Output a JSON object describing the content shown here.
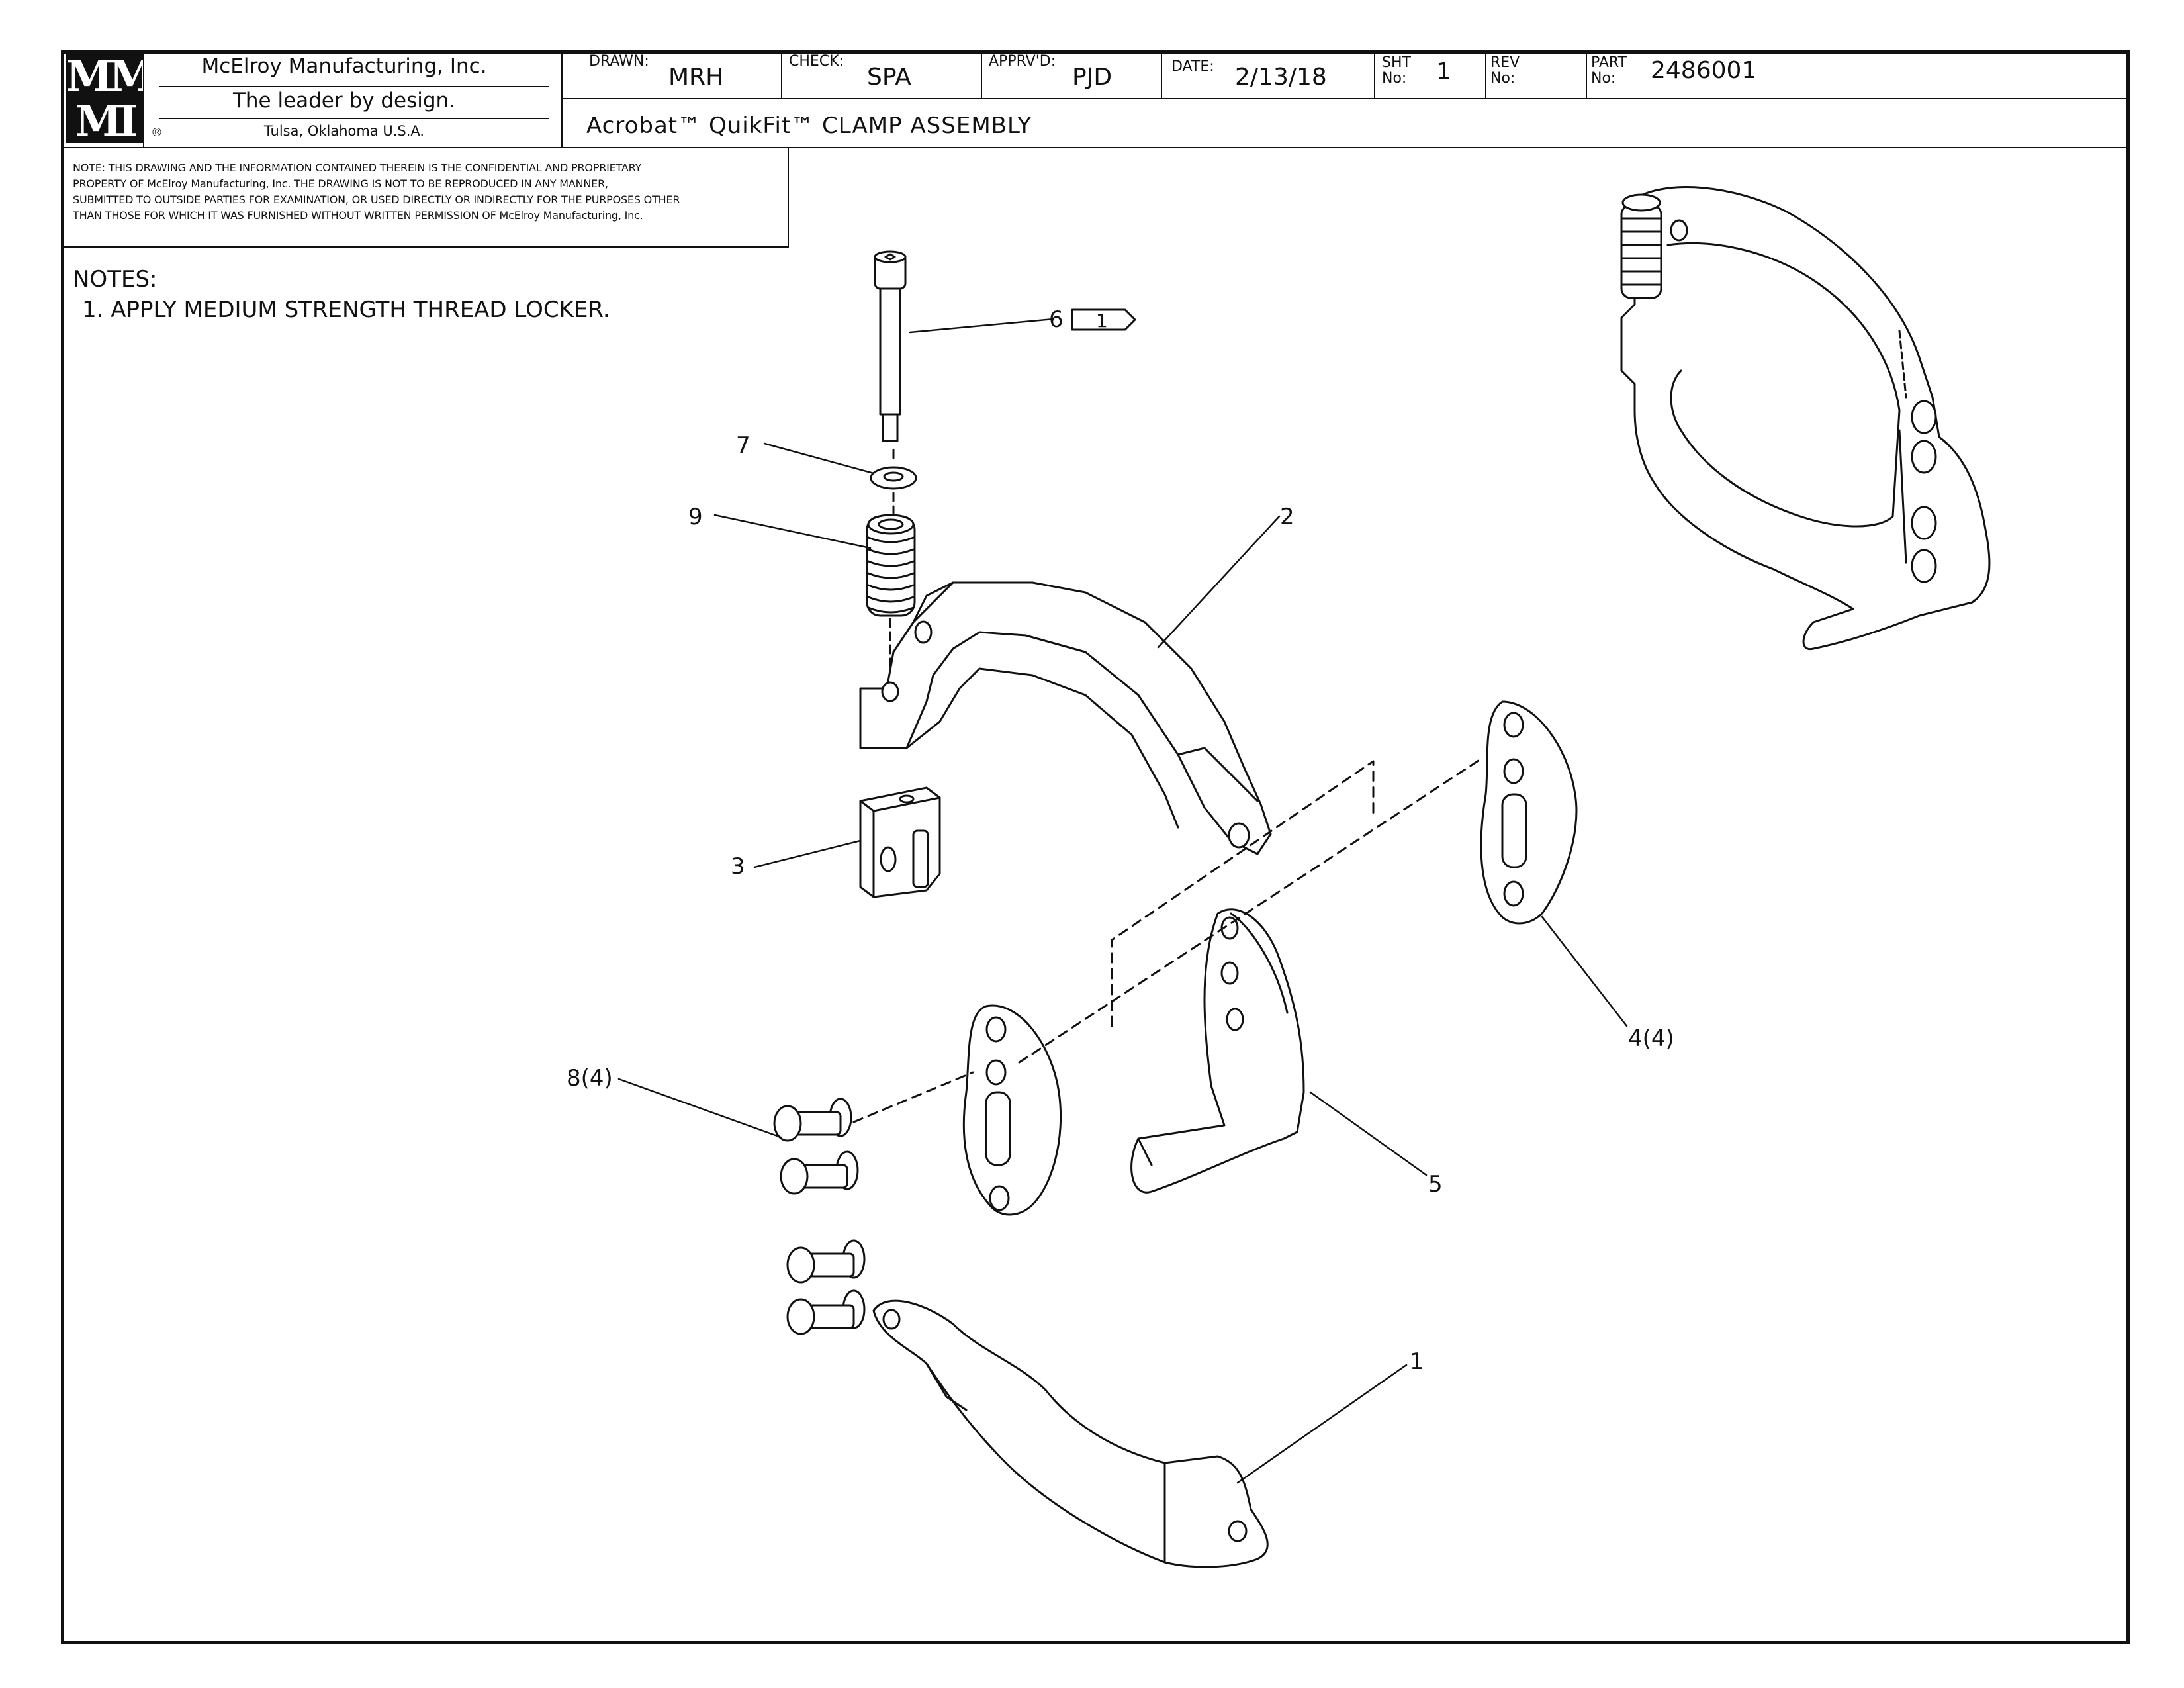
{
  "title_block": {
    "logo": {
      "line1": "MM",
      "line2": "MI"
    },
    "company": "McElroy Manufacturing, Inc.",
    "tagline": "The leader by design.",
    "location": "Tulsa, Oklahoma U.S.A.",
    "registered_mark": "®",
    "drawn_label": "DRAWN:",
    "drawn_value": "MRH",
    "check_label": "CHECK:",
    "check_value": "SPA",
    "approved_label": "APPRV'D:",
    "approved_value": "PJD",
    "date_label": "DATE:",
    "date_value": "2/13/18",
    "sheet_label_1": "SHT",
    "sheet_label_2": "No:",
    "sheet_value": "1",
    "rev_label_1": "REV",
    "rev_label_2": "No:",
    "rev_value": "",
    "part_label_1": "PART",
    "part_label_2": "No:",
    "part_value": "2486001",
    "drawing_title": "Acrobat™ QuikFit™ CLAMP ASSEMBLY"
  },
  "proprietary_note": {
    "line1": "NOTE: THIS DRAWING AND THE INFORMATION CONTAINED THEREIN IS THE CONFIDENTIAL AND PROPRIETARY",
    "line2": "PROPERTY OF McElroy Manufacturing, Inc. THE DRAWING IS NOT TO BE REPRODUCED IN ANY MANNER,",
    "line3": "SUBMITTED TO OUTSIDE PARTIES FOR EXAMINATION, OR USED DIRECTLY OR INDIRECTLY FOR THE PURPOSES OTHER",
    "line4": "THAN THOSE FOR WHICH IT WAS FURNISHED WITHOUT WRITTEN PERMISSION OF McElroy Manufacturing, Inc."
  },
  "notes": {
    "heading": "NOTES:",
    "items": [
      "1. APPLY MEDIUM STRENGTH THREAD LOCKER."
    ]
  },
  "callouts": {
    "item1": "1",
    "item2": "2",
    "item3": "3",
    "item4": "4(4)",
    "item5": "5",
    "item6": "6",
    "item6_flag": "1",
    "item7": "7",
    "item8": "8(4)",
    "item9": "9"
  },
  "colors": {
    "line": "#111111",
    "background": "#ffffff"
  }
}
